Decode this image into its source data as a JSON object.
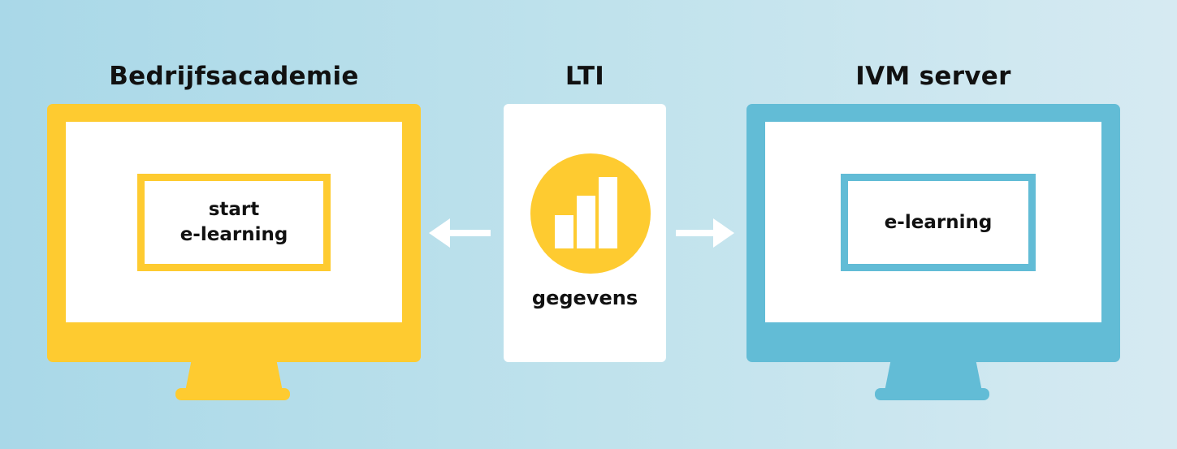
{
  "colors": {
    "yellow": "#fecb30",
    "blue": "#62bcd6",
    "panel": "#ffffff",
    "arrow": "#ffffff"
  },
  "left": {
    "heading": "Bedrijfsacademie",
    "box_line1": "start",
    "box_line2": "e-learning",
    "icon": "monitor-icon"
  },
  "center": {
    "heading": "LTI",
    "icon": "bar-chart-icon",
    "label": "gegevens"
  },
  "right": {
    "heading": "IVM server",
    "box_label": "e-learning",
    "icon": "monitor-icon"
  },
  "arrows": [
    "arrow-left-icon",
    "arrow-right-icon"
  ]
}
